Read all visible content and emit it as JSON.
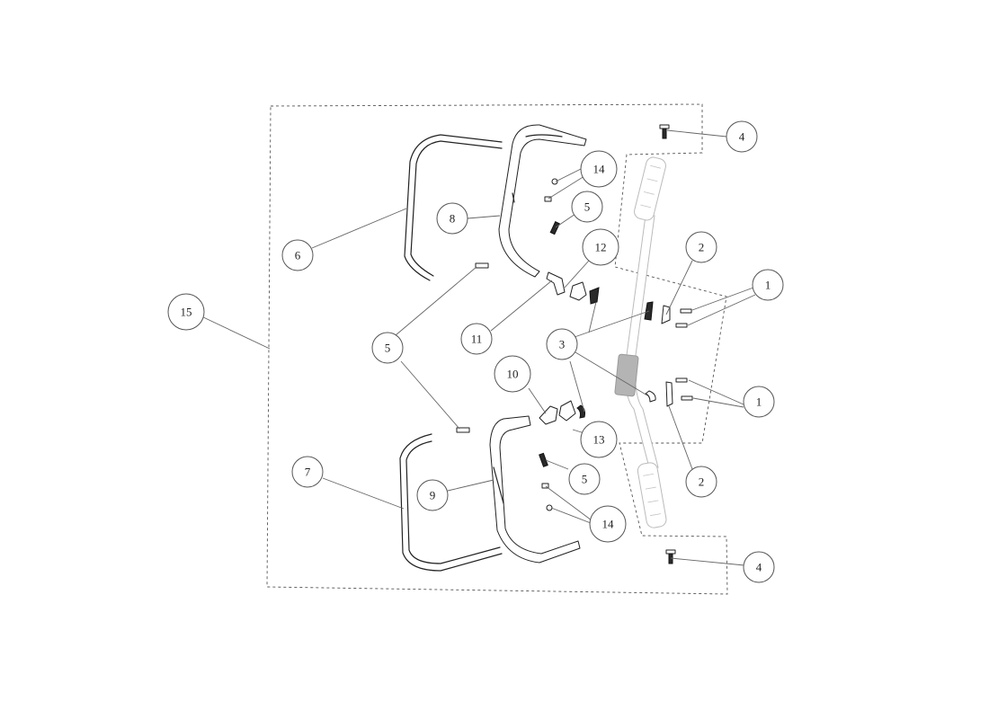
{
  "diagram": {
    "callouts": [
      {
        "id": "c4-top",
        "label": "4"
      },
      {
        "id": "c14-top",
        "label": "14"
      },
      {
        "id": "c5-top",
        "label": "5"
      },
      {
        "id": "c8",
        "label": "8"
      },
      {
        "id": "c12",
        "label": "12"
      },
      {
        "id": "c2-top",
        "label": "2"
      },
      {
        "id": "c1-top",
        "label": "1"
      },
      {
        "id": "c6",
        "label": "6"
      },
      {
        "id": "c15",
        "label": "15"
      },
      {
        "id": "c5-mid",
        "label": "5"
      },
      {
        "id": "c11",
        "label": "11"
      },
      {
        "id": "c3",
        "label": "3"
      },
      {
        "id": "c10",
        "label": "10"
      },
      {
        "id": "c1-bot",
        "label": "1"
      },
      {
        "id": "c13",
        "label": "13"
      },
      {
        "id": "c7",
        "label": "7"
      },
      {
        "id": "c9",
        "label": "9"
      },
      {
        "id": "c5-bot",
        "label": "5"
      },
      {
        "id": "c2-bot",
        "label": "2"
      },
      {
        "id": "c14-bot",
        "label": "14"
      },
      {
        "id": "c4-bot",
        "label": "4"
      }
    ]
  }
}
